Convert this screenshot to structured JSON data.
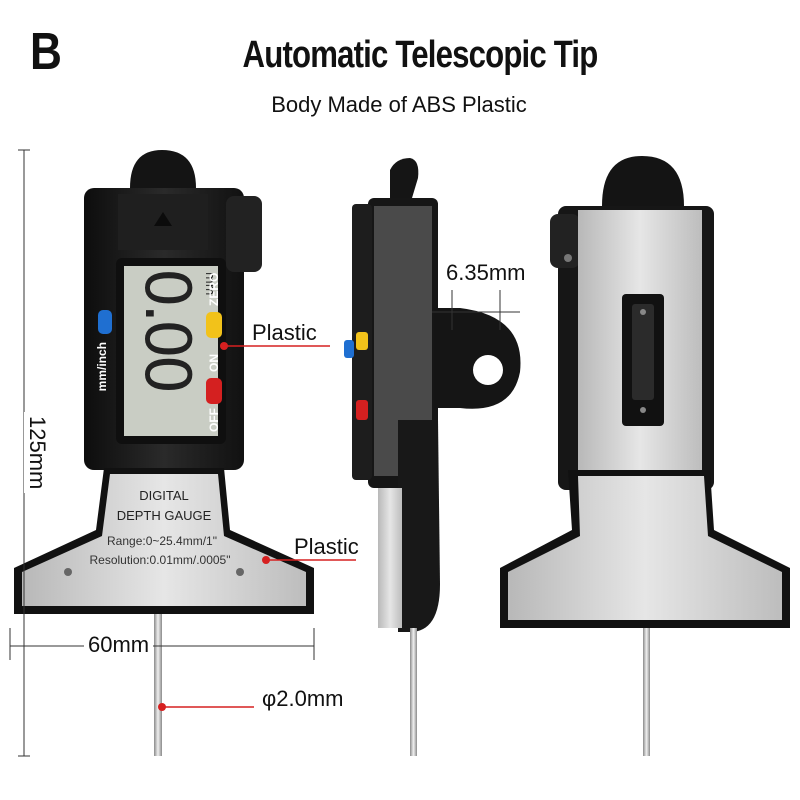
{
  "badge_letter": "B",
  "title": "Automatic Telescopic Tip",
  "subtitle": "Body Made of ABS Plastic",
  "callouts": {
    "plastic_top": "Plastic",
    "plastic_bottom": "Plastic",
    "thickness": "6.35mm",
    "height": "125mm",
    "width": "60mm",
    "probe_diameter": "φ2.0mm"
  },
  "gauge_front": {
    "lcd_reading": "0.00",
    "lcd_unit": "mm",
    "button_left_label": "mm/inch",
    "button_zero_label": "ZERO",
    "button_on_label": "ON",
    "button_off_label": "OFF",
    "plate_line1": "DIGITAL",
    "plate_line2": "DEPTH GAUGE",
    "plate_line3": "Range:0~25.4mm/1\"",
    "plate_line4": "Resolution:0.01mm/.0005\""
  },
  "colors": {
    "body": "#1a1a1a",
    "metal": "#cfcfcf",
    "lcd": "#c9cdc4",
    "button_blue": "#1f6fd1",
    "button_yellow": "#f2c21a",
    "button_red": "#d42020",
    "callout_red": "#d62020"
  }
}
